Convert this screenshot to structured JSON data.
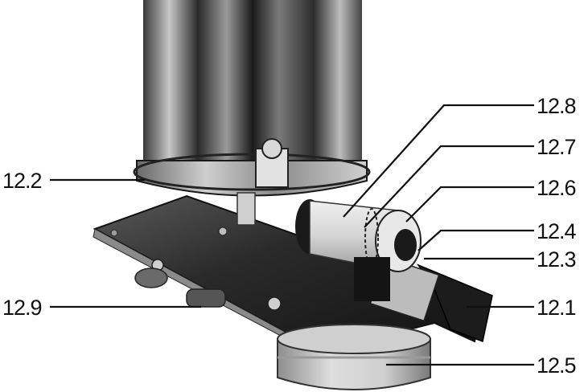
{
  "figure": {
    "colors": {
      "ink": "#111111",
      "paper": "#ffffff",
      "metal_dark": "#1e1e1e",
      "metal_mid": "#6f6f6f",
      "metal_light": "#d9d9d9"
    },
    "callouts": [
      {
        "id": "12.8",
        "label": "12.8"
      },
      {
        "id": "12.7",
        "label": "12.7"
      },
      {
        "id": "12.6",
        "label": "12.6"
      },
      {
        "id": "12.4",
        "label": "12.4"
      },
      {
        "id": "12.3",
        "label": "12.3"
      },
      {
        "id": "12.1",
        "label": "12.1"
      },
      {
        "id": "12.5",
        "label": "12.5"
      },
      {
        "id": "12.2",
        "label": "12.2"
      },
      {
        "id": "12.9",
        "label": "12.9"
      }
    ]
  }
}
